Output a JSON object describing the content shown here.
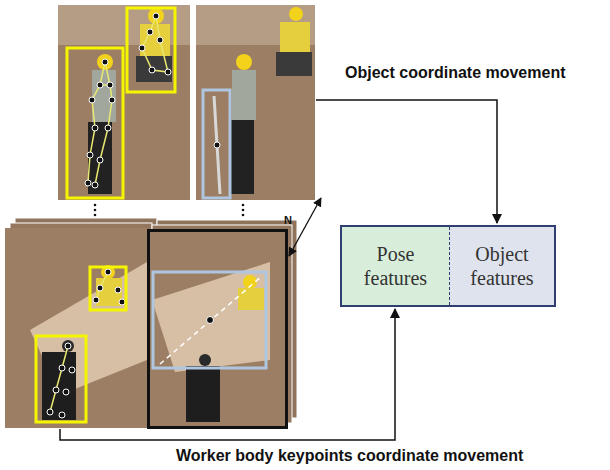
{
  "diagram": {
    "nodes": [
      {
        "text": [
          "Pose features"
        ]
      },
      {
        "text": [
          "Object features"
        ]
      }
    ],
    "labels": [
      "Object coordinate movement",
      "Worker body keypoints coordinate movement",
      "N"
    ]
  }
}
